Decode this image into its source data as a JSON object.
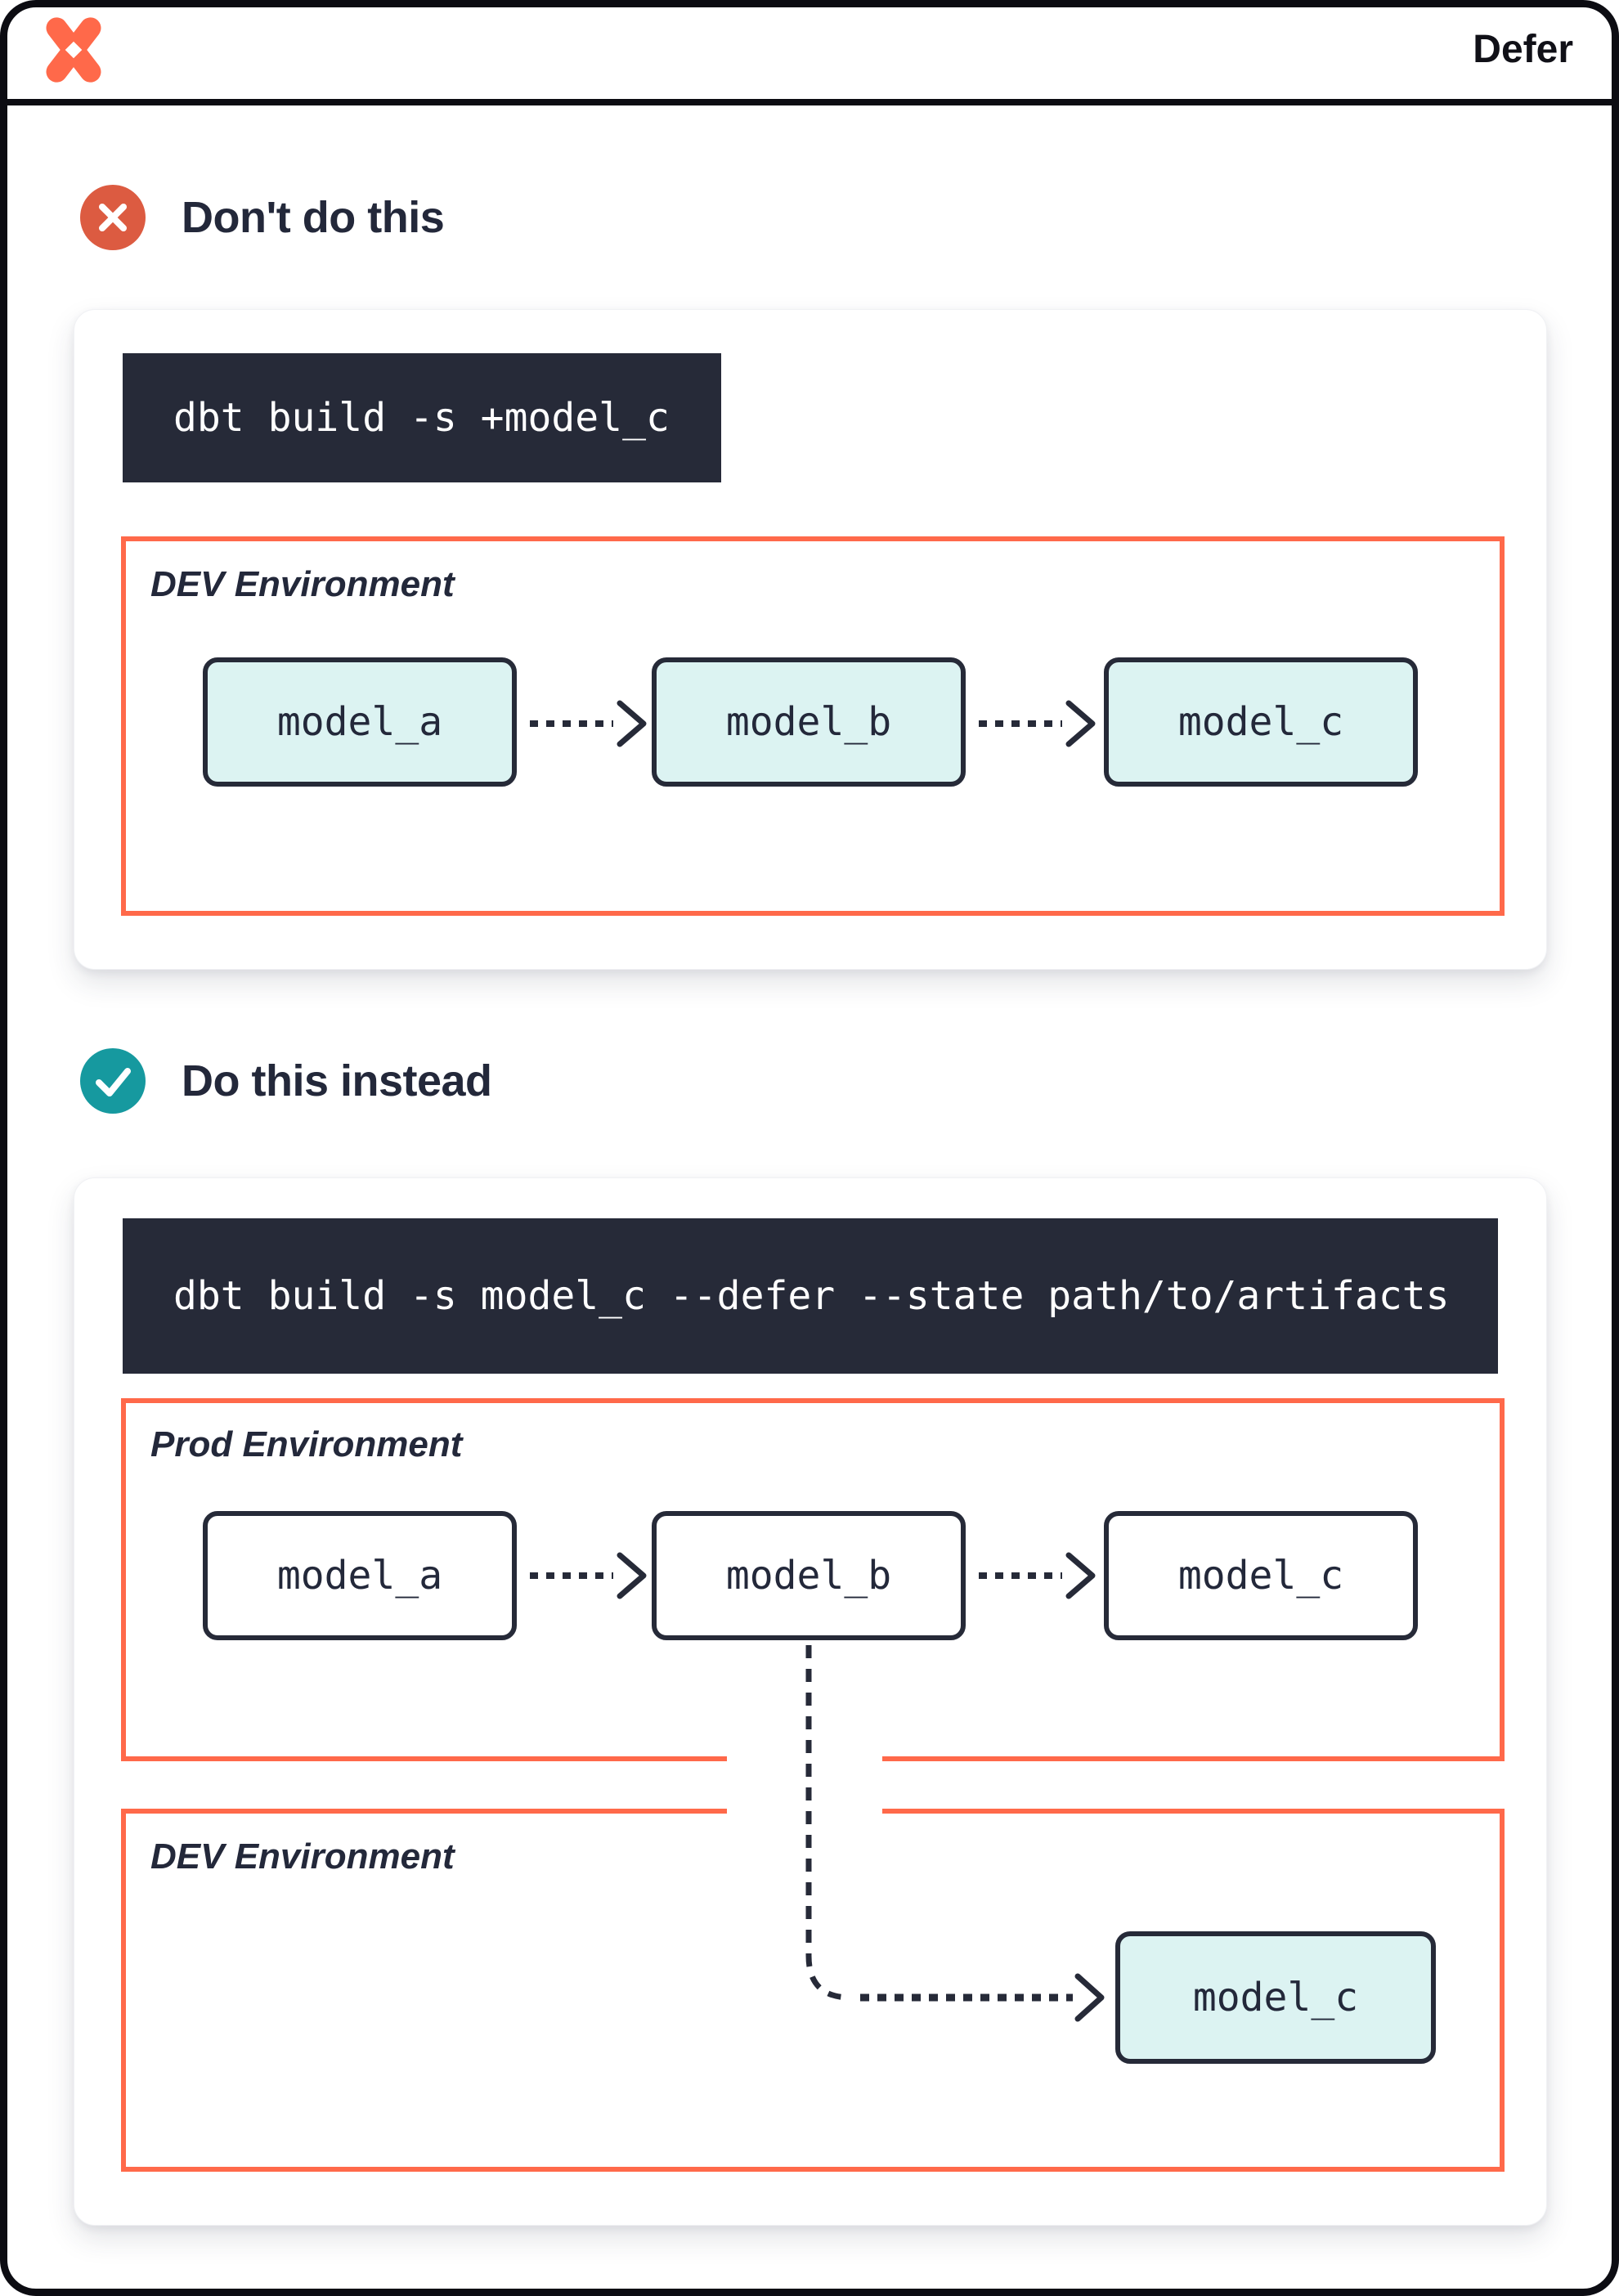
{
  "header": {
    "title": "Defer"
  },
  "colors": {
    "accent_orange": "#FF694A",
    "error_red": "#DC5B41",
    "success_teal": "#16999F",
    "navy": "#262A38",
    "model_fill_teal": "#DCF3F2",
    "code_background": "#262A38"
  },
  "dont_section": {
    "heading": "Don't do this",
    "command": "dbt build -s +model_c",
    "dev_environment": {
      "label": "DEV Environment",
      "models": [
        "model_a",
        "model_b",
        "model_c"
      ]
    }
  },
  "do_section": {
    "heading": "Do this instead",
    "command": "dbt build -s model_c --defer --state path/to/artifacts",
    "prod_environment": {
      "label": "Prod Environment",
      "models": [
        "model_a",
        "model_b",
        "model_c"
      ]
    },
    "dev_environment": {
      "label": "DEV Environment",
      "models": [
        "model_c"
      ]
    }
  }
}
